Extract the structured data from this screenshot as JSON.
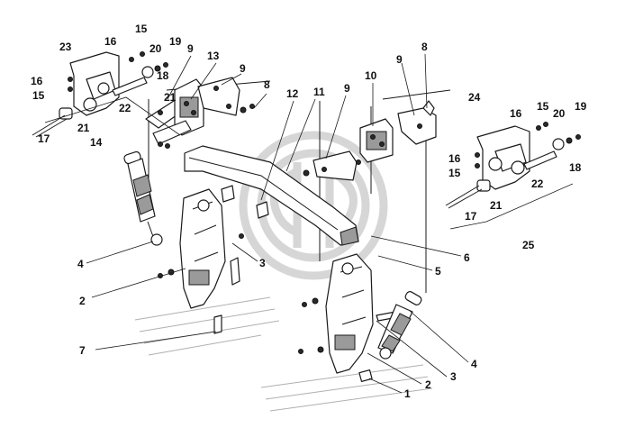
{
  "callouts": [
    {
      "id": "c1",
      "text": "1"
    },
    {
      "id": "c2a",
      "text": "2"
    },
    {
      "id": "c2b",
      "text": "2"
    },
    {
      "id": "c3a",
      "text": "3"
    },
    {
      "id": "c3b",
      "text": "3"
    },
    {
      "id": "c4a",
      "text": "4"
    },
    {
      "id": "c4b",
      "text": "4"
    },
    {
      "id": "c5",
      "text": "5"
    },
    {
      "id": "c6",
      "text": "6"
    },
    {
      "id": "c7",
      "text": "7"
    },
    {
      "id": "c8a",
      "text": "8"
    },
    {
      "id": "c8b",
      "text": "8"
    },
    {
      "id": "c9a",
      "text": "9"
    },
    {
      "id": "c9b",
      "text": "9"
    },
    {
      "id": "c9c",
      "text": "9"
    },
    {
      "id": "c9d",
      "text": "9"
    },
    {
      "id": "c10",
      "text": "10"
    },
    {
      "id": "c11",
      "text": "11"
    },
    {
      "id": "c12",
      "text": "12"
    },
    {
      "id": "c13",
      "text": "13"
    },
    {
      "id": "c14",
      "text": "14"
    },
    {
      "id": "c15a",
      "text": "15"
    },
    {
      "id": "c15b",
      "text": "15"
    },
    {
      "id": "c15c",
      "text": "15"
    },
    {
      "id": "c15d",
      "text": "15"
    },
    {
      "id": "c16a",
      "text": "16"
    },
    {
      "id": "c16b",
      "text": "16"
    },
    {
      "id": "c16c",
      "text": "16"
    },
    {
      "id": "c16d",
      "text": "16"
    },
    {
      "id": "c17a",
      "text": "17"
    },
    {
      "id": "c17b",
      "text": "17"
    },
    {
      "id": "c18a",
      "text": "18"
    },
    {
      "id": "c18b",
      "text": "18"
    },
    {
      "id": "c19a",
      "text": "19"
    },
    {
      "id": "c19b",
      "text": "19"
    },
    {
      "id": "c20a",
      "text": "20"
    },
    {
      "id": "c20b",
      "text": "20"
    },
    {
      "id": "c21a",
      "text": "21"
    },
    {
      "id": "c21b",
      "text": "21"
    },
    {
      "id": "c21c",
      "text": "21"
    },
    {
      "id": "c22a",
      "text": "22"
    },
    {
      "id": "c22b",
      "text": "22"
    },
    {
      "id": "c23",
      "text": "23"
    },
    {
      "id": "c24",
      "text": "24"
    },
    {
      "id": "c25",
      "text": "25"
    }
  ]
}
